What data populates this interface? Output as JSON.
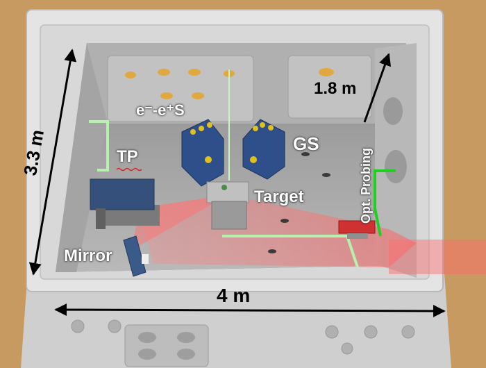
{
  "labels": {
    "pair_spectrometer": "e⁻-e⁺S",
    "thomson_parabola": "TP",
    "gamma_spectrometer": "GS",
    "target": "Target",
    "mirror": "Mirror",
    "optical_probing": "Opt. Probing"
  },
  "dimensions": {
    "width": "4 m",
    "depth": "3.3 m",
    "height": "1.8 m"
  },
  "colors": {
    "chamber_frame": "#dcdcdc",
    "chamber_floor": "#a9a9a9",
    "spectrometer_blue": "#2f4f8a",
    "laser_red": "#e86a6a",
    "probe_green": "#20d020",
    "beam_light_green": "#b8f0b0",
    "background_wood": "#c79a62"
  }
}
